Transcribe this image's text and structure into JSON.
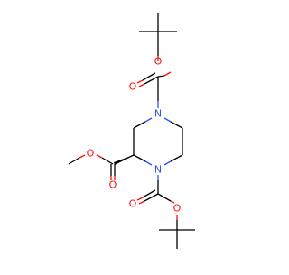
{
  "colors": {
    "carbon_bond": "#000000",
    "oxygen": "#ff0d0d",
    "nitrogen": "#3050f8",
    "background": "#ffffff"
  },
  "atoms": {
    "n_top": "N",
    "n_bottom": "N",
    "o_boc_top_carbonyl": "O",
    "o_boc_top_ether": "O",
    "o_ester_carbonyl": "O",
    "o_ester_ether": "O",
    "o_boc_bottom_carbonyl": "O",
    "o_boc_bottom_ether": "O"
  }
}
